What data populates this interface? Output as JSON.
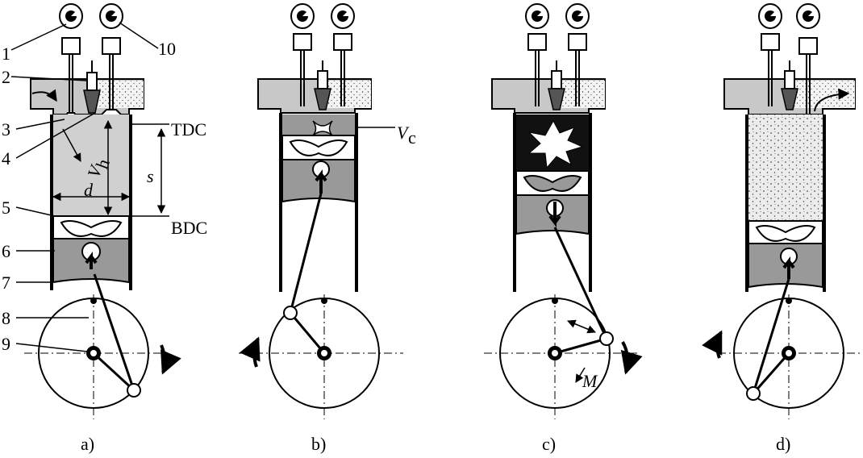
{
  "diagram": {
    "part_numbers": [
      "1",
      "2",
      "3",
      "4",
      "5",
      "6",
      "7",
      "8",
      "9",
      "10"
    ],
    "position_labels": {
      "top": "TDC",
      "bottom": "BDC"
    },
    "dimension_labels": {
      "swept_volume": "V",
      "swept_volume_sub": "h",
      "bore": "d",
      "stroke": "s",
      "clearance_volume": "V",
      "clearance_volume_sub": "c",
      "torque": "M"
    },
    "captions": [
      "a)",
      "b)",
      "c)",
      "d)"
    ]
  },
  "colors": {
    "ink": "#000000",
    "wall": "#c8c8c8",
    "piston": "#999999",
    "gas": "#d0d0d0",
    "burn": "#111111"
  }
}
